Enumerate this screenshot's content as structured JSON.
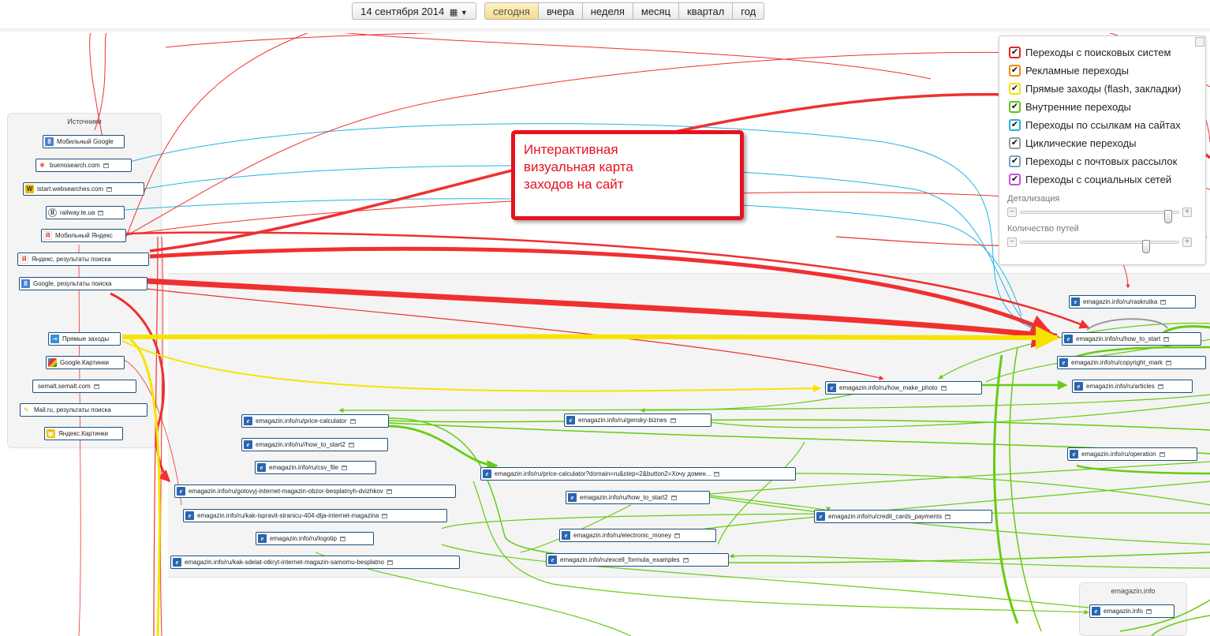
{
  "toolbar": {
    "date_label": "14 сентября 2014",
    "periods": [
      {
        "label": "сегодня",
        "active": true
      },
      {
        "label": "вчера",
        "active": false
      },
      {
        "label": "неделя",
        "active": false
      },
      {
        "label": "месяц",
        "active": false
      },
      {
        "label": "квартал",
        "active": false
      },
      {
        "label": "год",
        "active": false
      }
    ]
  },
  "sources": {
    "title": "Источники",
    "items": [
      {
        "label": "Мобильный Google",
        "icon": "google-icon"
      },
      {
        "label": "buenosearch.com",
        "icon": "buenosearch-icon"
      },
      {
        "label": "istart.websearches.com",
        "icon": "websearches-icon"
      },
      {
        "label": "railway.te.ua",
        "icon": "railway-icon"
      },
      {
        "label": "Мобильный Яндекс",
        "icon": "yandex-icon"
      },
      {
        "label": "Яндекс, результаты поиска",
        "icon": "yandex-icon"
      },
      {
        "label": "Google, результаты поиска",
        "icon": "google-icon"
      },
      {
        "label": "Прямые заходы",
        "icon": "direct-visit-icon"
      },
      {
        "label": "Google.Картинки",
        "icon": "google-images-icon"
      },
      {
        "label": "semalt.semalt.com",
        "icon": "semalt-icon"
      },
      {
        "label": "Mail.ru, результаты поиска",
        "icon": "mailru-icon"
      },
      {
        "label": "Яндекс.Картинки",
        "icon": "yandex-images-icon"
      }
    ]
  },
  "pages": [
    {
      "label": "emagazin.info/ru/raskrutka"
    },
    {
      "label": "emagazin.info/ru/how_to_start"
    },
    {
      "label": "emagazin.info/ru/copyright_mark"
    },
    {
      "label": "emagazin.info/ru/articles"
    },
    {
      "label": "emagazin.info/ru/how_make_photo"
    },
    {
      "label": "emagazin.info/ru/price-calculator"
    },
    {
      "label": "emagazin.info/ru/gensky-biznes"
    },
    {
      "label": "emagazin.info/ru//how_to_start2"
    },
    {
      "label": "emagazin.info/ru/csv_file"
    },
    {
      "label": "emagazin.info/ru/price-calculator?domain=ru&step=2&button2=Хочу домен..."
    },
    {
      "label": "emagazin.info/ru/operation"
    },
    {
      "label": "emagazin.info/ru/gotovyj-internet-magazin-obzor-besplatnyh-dvizhkov"
    },
    {
      "label": "emagazin.info/ru/how_to_start2"
    },
    {
      "label": "emagazin.info/ru/kak-ispravit-stranicu-404-dlja-internet-magazina"
    },
    {
      "label": "emagazin.info/ru/credit_cards_payments"
    },
    {
      "label": "emagazin.info/ru/logotip"
    },
    {
      "label": "emagazin.info/ru/electronic_money"
    },
    {
      "label": "emagazin.info/ru/kak-sdelat-otkryt-internet-magazin-samomu-besplatno"
    },
    {
      "label": "emagazin.info/ru/excell_formula_examples"
    },
    {
      "label": "emagazin.info"
    }
  ],
  "group": {
    "title": "emagazin.info"
  },
  "callout": {
    "lines": [
      "Интерактивная",
      "визуальная карта",
      "заходов на сайт"
    ]
  },
  "legend": {
    "items": [
      {
        "label": "Переходы с поисковых систем",
        "color": "#e32424",
        "checked": true
      },
      {
        "label": "Рекламные переходы",
        "color": "#f08a00",
        "checked": true
      },
      {
        "label": "Прямые заходы (flash, закладки)",
        "color": "#f2e200",
        "checked": true
      },
      {
        "label": "Внутренние переходы",
        "color": "#5fc516",
        "checked": true
      },
      {
        "label": "Переходы по ссылкам на сайтах",
        "color": "#22b4e0",
        "checked": true
      },
      {
        "label": "Циклические переходы",
        "color": "#9a9a9a",
        "checked": true
      },
      {
        "label": "Переходы с почтовых рассылок",
        "color": "#7aa0b8",
        "checked": true
      },
      {
        "label": "Переходы с социальных сетей",
        "color": "#c850d8",
        "checked": true
      }
    ],
    "detail_label": "Детализация",
    "detail_level": 0.95,
    "paths_label": "Количество путей",
    "paths_level": 0.8
  },
  "colors": {
    "search": "#f03030",
    "direct": "#f6e400",
    "internal": "#66cc11",
    "links": "#22b4e0",
    "cyclic": "#9a9a9a",
    "callout": "#e8121c"
  }
}
